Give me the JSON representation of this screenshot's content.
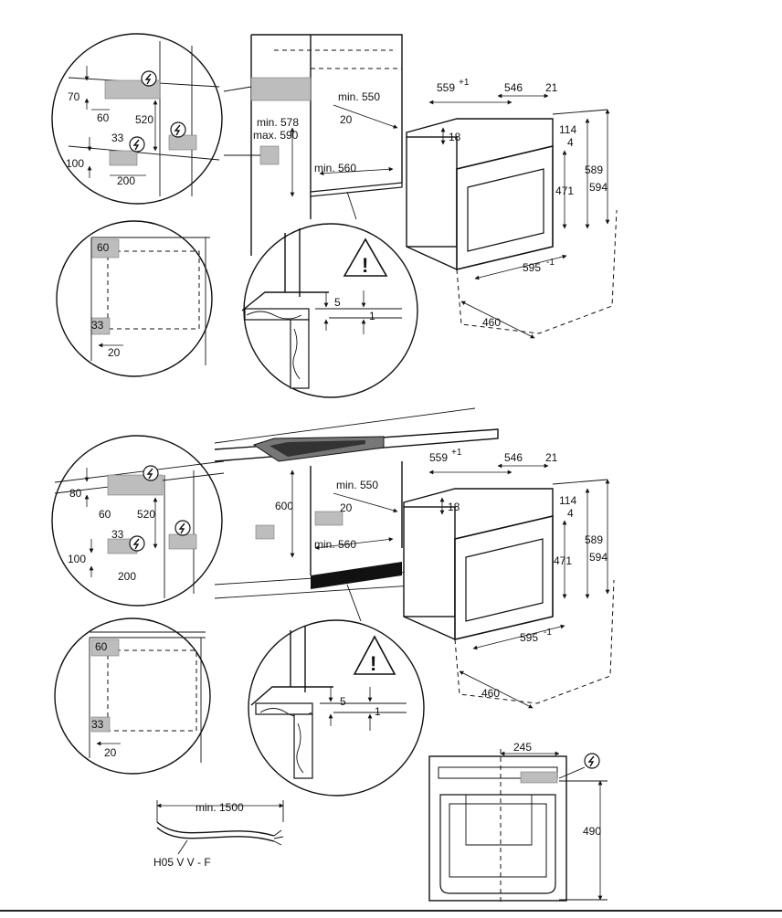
{
  "labels": {
    "d70": "70",
    "d60": "60",
    "d520": "520",
    "d33": "33",
    "d100": "100",
    "d200": "200",
    "min578": "min. 578",
    "max590": "max. 590",
    "min550": "min. 550",
    "d20": "20",
    "min560": "min. 560",
    "d5": "5",
    "d1": "1",
    "d559": "559",
    "sup1": "+1",
    "d546": "546",
    "d21": "21",
    "d114": "114",
    "d4": "4",
    "d18": "18",
    "d471": "471",
    "d589": "589",
    "d594": "594",
    "d595": "595",
    "supm1": "-1",
    "d460": "460",
    "d80": "80",
    "d600": "600",
    "d245": "245",
    "d490": "490",
    "min1500": "min. 1500",
    "cable": "H05 V V - F",
    "warning_glyph": "!"
  },
  "icons": [
    "plug-icon",
    "warning-triangle-icon",
    "wood-grain-icon"
  ],
  "colors": {
    "ink": "#111111",
    "grey_fill": "#bdbdbd",
    "background": "#ffffff"
  }
}
